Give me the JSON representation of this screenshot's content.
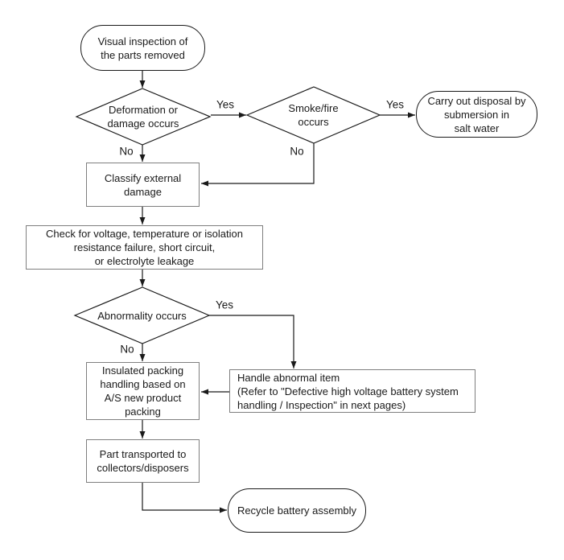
{
  "colors": {
    "background": "#ffffff",
    "line": "#1a1a1a",
    "process_border": "#7f7f7f",
    "terminator_border": "#1a1a1a",
    "text": "#1a1a1a"
  },
  "nodes": {
    "visual_inspection": {
      "type": "terminator",
      "label": "Visual inspection of\nthe parts removed"
    },
    "deformation": {
      "type": "decision",
      "label": "Deformation or\ndamage occurs"
    },
    "smoke_fire": {
      "type": "decision",
      "label": "Smoke/fire\noccurs"
    },
    "carry_out_disposal": {
      "type": "terminator",
      "label": "Carry out disposal by\nsubmersion in\nsalt water"
    },
    "classify_damage": {
      "type": "process",
      "label": "Classify external\ndamage"
    },
    "check_failure": {
      "type": "process",
      "label": "Check for voltage, temperature or isolation\nresistance failure, short circuit,\nor electrolyte leakage"
    },
    "abnormality": {
      "type": "decision",
      "label": "Abnormality occurs"
    },
    "insulated_packing": {
      "type": "process",
      "label": "Insulated packing\nhandling based on\nA/S new product\npacking"
    },
    "handle_abnormal": {
      "type": "process",
      "label": "Handle abnormal item\n(Refer to \"Defective high voltage battery system\nhandling / Inspection\" in next pages)"
    },
    "part_transported": {
      "type": "process",
      "label": "Part transported to\ncollectors/disposers"
    },
    "recycle": {
      "type": "terminator",
      "label": "Recycle battery assembly"
    }
  },
  "edge_labels": {
    "deformation_yes": "Yes",
    "deformation_no": "No",
    "smoke_yes": "Yes",
    "smoke_no": "No",
    "abnormality_yes": "Yes",
    "abnormality_no": "No"
  }
}
